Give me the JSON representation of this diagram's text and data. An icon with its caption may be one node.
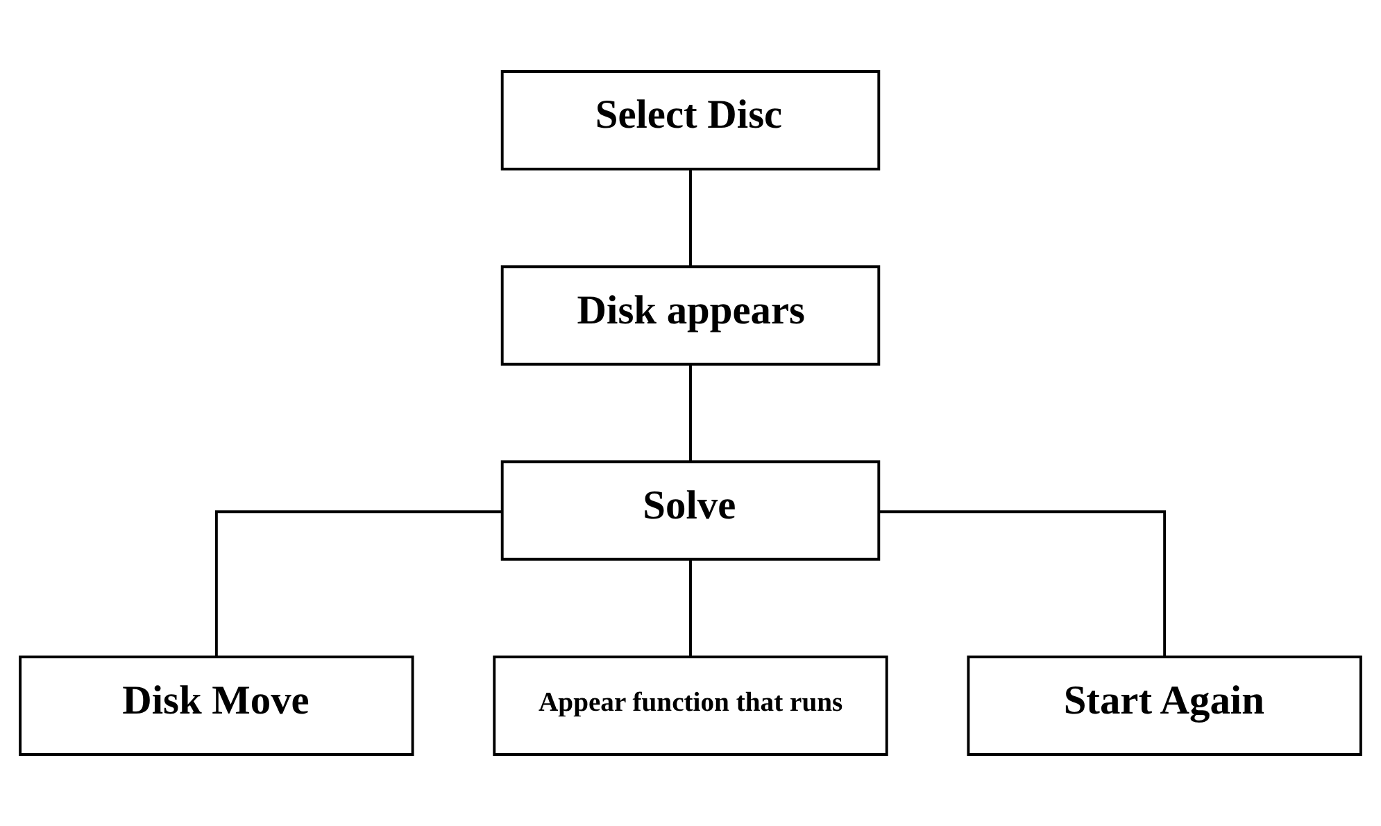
{
  "diagram": {
    "nodes": [
      {
        "text": [
          "Select Disc"
        ]
      },
      {
        "text": [
          "Disk appears"
        ]
      },
      {
        "text": [
          "Solve"
        ]
      },
      {
        "text": [
          "Disk Move"
        ]
      },
      {
        "text": [
          "Appear function that runs"
        ]
      },
      {
        "text": [
          "Start Again"
        ]
      }
    ],
    "edges": [
      {
        "from": 0,
        "to": 1,
        "arrow": "none"
      },
      {
        "from": 1,
        "to": 2,
        "arrow": "none"
      },
      {
        "from": 2,
        "to": 3,
        "arrow": "none"
      },
      {
        "from": 2,
        "to": 4,
        "arrow": "none"
      },
      {
        "from": 2,
        "to": 5,
        "arrow": "none"
      }
    ]
  }
}
